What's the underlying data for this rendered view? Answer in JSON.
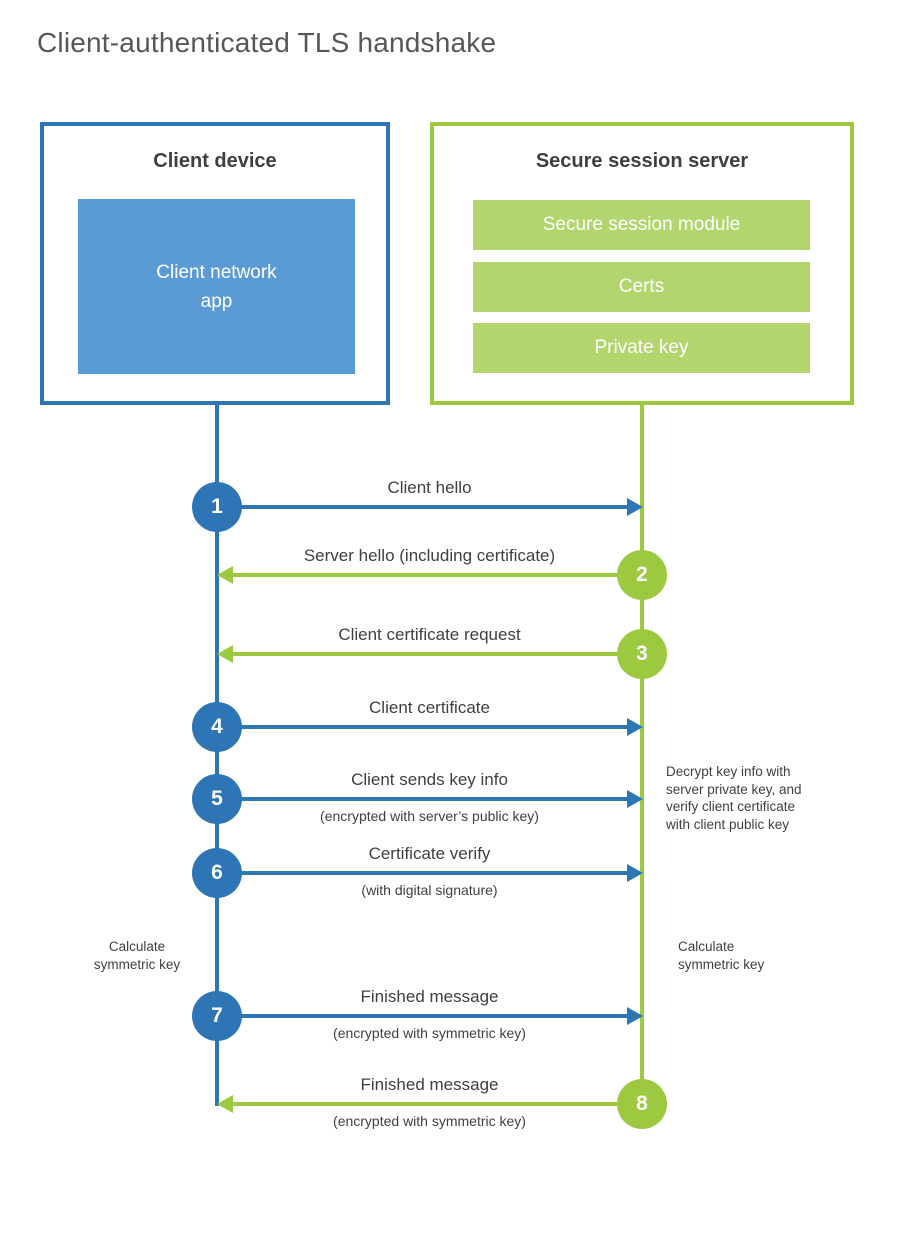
{
  "title": "Client-authenticated TLS handshake",
  "colors": {
    "blue": "#2e75b6",
    "blue_fill": "#5b9bd5",
    "green": "#9cc93f",
    "green_fill": "#b3d56e",
    "text": "#3f4042"
  },
  "client": {
    "title": "Client device",
    "app_label": "Client network\napp"
  },
  "server": {
    "title": "Secure session server",
    "modules": [
      "Secure session module",
      "Certs",
      "Private key"
    ]
  },
  "messages": [
    {
      "num": "1",
      "from": "client",
      "to": "server",
      "label": "Client hello",
      "sub": ""
    },
    {
      "num": "2",
      "from": "server",
      "to": "client",
      "label": "Server hello (including certificate)",
      "sub": ""
    },
    {
      "num": "3",
      "from": "server",
      "to": "client",
      "label": "Client certificate request",
      "sub": ""
    },
    {
      "num": "4",
      "from": "client",
      "to": "server",
      "label": "Client certificate",
      "sub": ""
    },
    {
      "num": "5",
      "from": "client",
      "to": "server",
      "label": "Client sends key info",
      "sub": "(encrypted with server’s public key)"
    },
    {
      "num": "6",
      "from": "client",
      "to": "server",
      "label": "Certificate verify",
      "sub": "(with digital signature)"
    },
    {
      "num": "7",
      "from": "client",
      "to": "server",
      "label": "Finished message",
      "sub": "(encrypted with symmetric key)"
    },
    {
      "num": "8",
      "from": "server",
      "to": "client",
      "label": "Finished message",
      "sub": "(encrypted with symmetric key)"
    }
  ],
  "notes": {
    "decrypt": "Decrypt key info with\nserver private key, and\nverify client certificate\nwith client public key",
    "calc_left": "Calculate\nsymmetric key",
    "calc_right": "Calculate\nsymmetric key"
  }
}
